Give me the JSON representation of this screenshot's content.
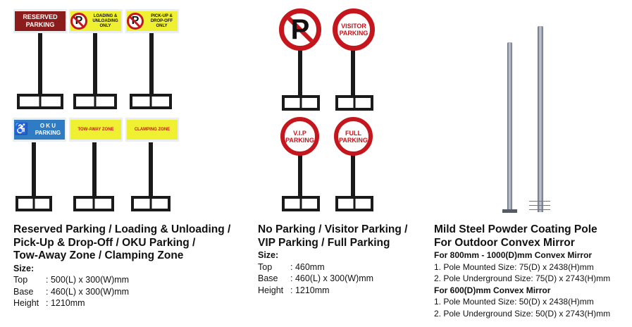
{
  "products": [
    {
      "title_lines": [
        "Reserved Parking / Loading & Unloading /",
        "Pick-Up & Drop-Off / OKU Parking /",
        "Tow-Away Zone / Clamping Zone"
      ],
      "size_label": "Size:",
      "specs": [
        {
          "key": "Top",
          "value": ": 500(L) x 300(W)mm"
        },
        {
          "key": "Base",
          "value": ": 460(L) x 300(W)mm"
        },
        {
          "key": "Height",
          "value": ": 1210mm"
        }
      ],
      "signs": [
        "RESERVED PARKING",
        "LOADING & UNLOADING ONLY",
        "PICK-UP & DROP-OFF ONLY",
        "O K U PARKING",
        "TOW-AWAY ZONE",
        "CLAMPING ZONE"
      ]
    },
    {
      "title_lines": [
        "No Parking / Visitor Parking /",
        "VIP Parking / Full Parking"
      ],
      "size_label": "Size:",
      "specs": [
        {
          "key": "Top",
          "value": ": 460mm"
        },
        {
          "key": "Base",
          "value": ": 460(L) x 300(W)mm"
        },
        {
          "key": "Height",
          "value": ": 1210mm"
        }
      ],
      "signs": [
        "P",
        "VISITOR PARKING",
        "V.I.P PARKING",
        "FULL PARKING"
      ]
    },
    {
      "title_lines": [
        "Mild Steel Powder Coating Pole",
        "For Outdoor Convex Mirror"
      ],
      "groups": [
        {
          "heading": "For 800mm - 1000(D)mm Convex Mirror",
          "lines": [
            "1. Pole Mounted Size: 75(D) x 2438(H)mm",
            "2. Pole Underground Size: 75(D) x 2743(H)mm"
          ]
        },
        {
          "heading": "For 600(D)mm Convex Mirror",
          "lines": [
            "1. Pole Mounted Size: 50(D) x 2438(H)mm",
            "2. Pole Underground Size: 50(D) x 2743(H)mm"
          ]
        }
      ]
    }
  ],
  "colors": {
    "sign_red": "#c4161c",
    "sign_yellow": "#f0f032",
    "reserved_maroon": "#8c1c1c",
    "oku_blue": "#2f7bc4"
  }
}
